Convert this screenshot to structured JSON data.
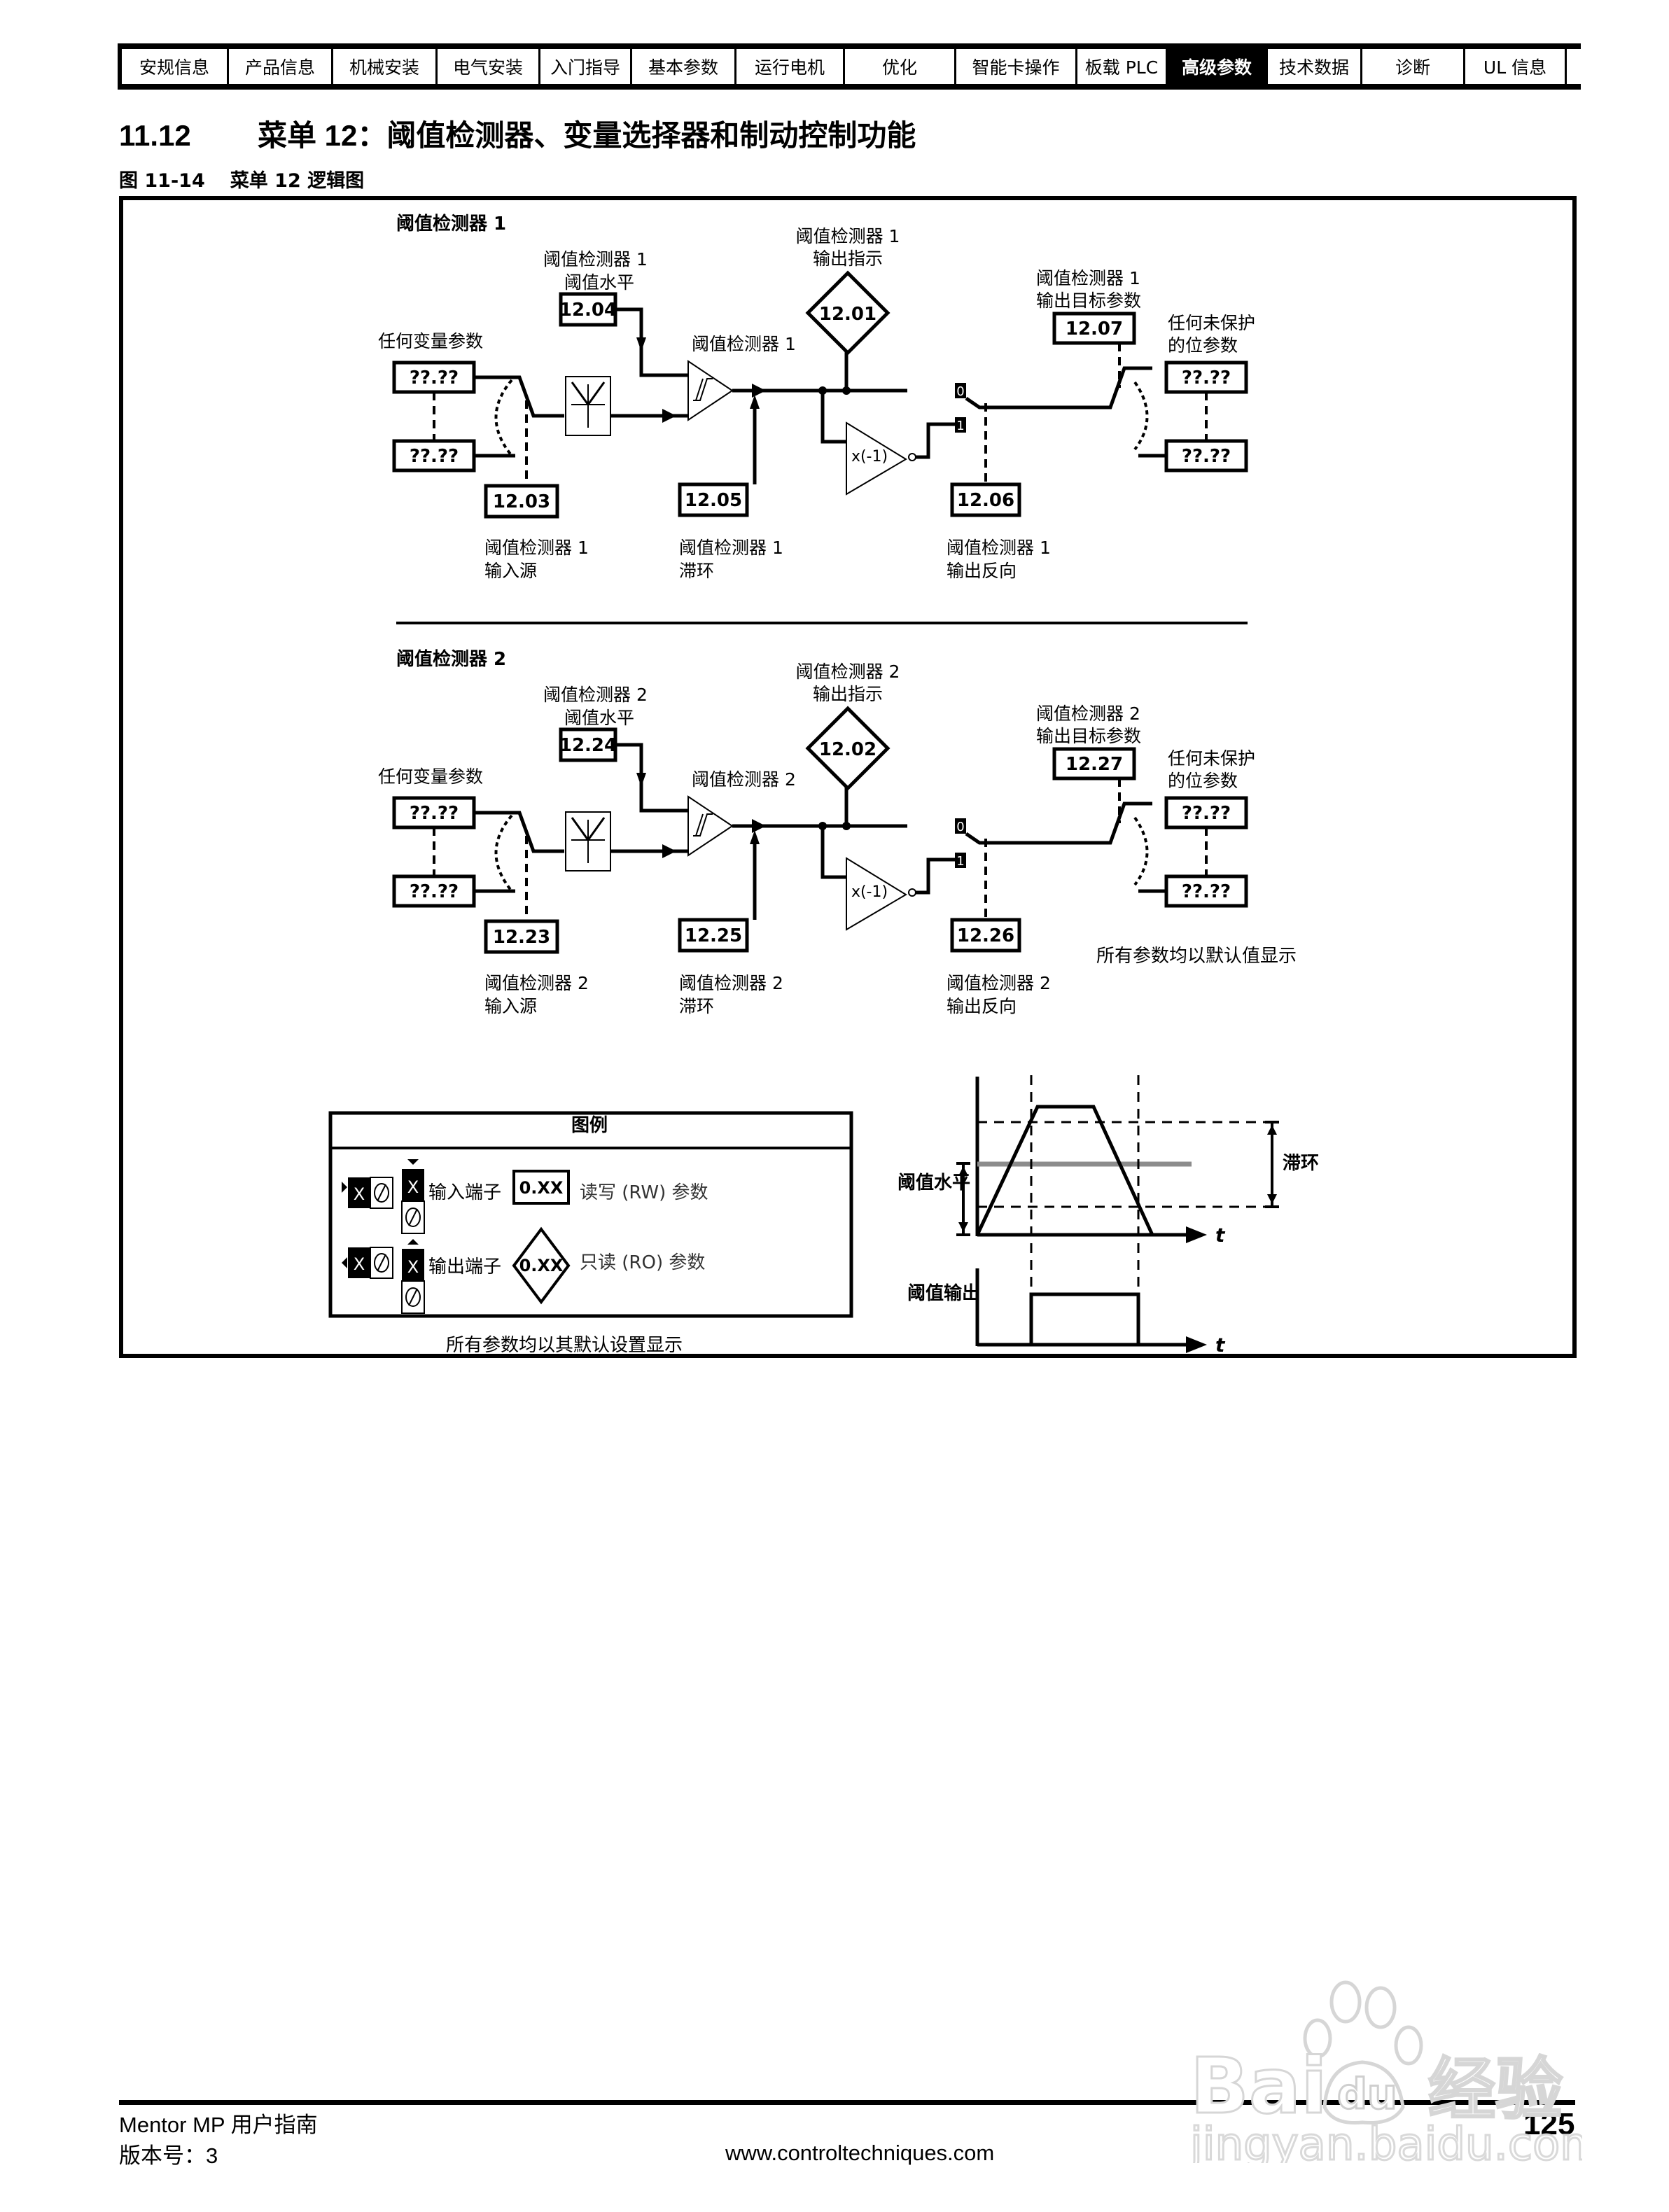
{
  "nav": {
    "tabs": [
      {
        "label": "安规信息",
        "active": false
      },
      {
        "label": "产品信息",
        "active": false
      },
      {
        "label": "机械安装",
        "active": false
      },
      {
        "label": "电气安装",
        "active": false
      },
      {
        "label": "入门指导",
        "active": false
      },
      {
        "label": "基本参数",
        "active": false
      },
      {
        "label": "运行电机",
        "active": false
      },
      {
        "label": "优化",
        "active": false
      },
      {
        "label": "智能卡操作",
        "active": false
      },
      {
        "label": "板载 PLC",
        "active": false
      },
      {
        "label": "高级参数",
        "active": true
      },
      {
        "label": "技术数据",
        "active": false
      },
      {
        "label": "诊断",
        "active": false
      },
      {
        "label": "UL 信息",
        "active": false
      }
    ]
  },
  "section": {
    "number": "11.12",
    "title": "菜单 12：阈值检测器、变量选择器和制动控制功能"
  },
  "figure": {
    "number": "图 11-14",
    "caption": "菜单 12 逻辑图"
  },
  "diagram": {
    "detectors": [
      {
        "heading": "阈值检测器 1",
        "input_group_label": "任何变量参数",
        "input_top": "??.??",
        "input_bottom": "??.??",
        "source_param": "12.03",
        "source_label_1": "阈值检测器 1",
        "source_label_2": "输入源",
        "level_label_1": "阈值检测器 1",
        "level_label_2": "阈值水平",
        "level_param": "12.04",
        "comparator_label": "阈值检测器 1",
        "hysteresis_param": "12.05",
        "hysteresis_label_1": "阈值检测器 1",
        "hysteresis_label_2": "滞环",
        "indicator_label_1": "阈值检测器 1",
        "indicator_label_2": "输出指示",
        "indicator_param": "12.01",
        "invert_block": "x(-1)",
        "switch_0": "0",
        "switch_1": "1",
        "invert_param": "12.06",
        "invert_label_1": "阈值检测器 1",
        "invert_label_2": "输出反向",
        "dest_label_1": "阈值检测器 1",
        "dest_label_2": "输出目标参数",
        "dest_param": "12.07",
        "output_group_label_1": "任何未保护",
        "output_group_label_2": "的位参数",
        "output_top": "??.??",
        "output_bottom": "??.??"
      },
      {
        "heading": "阈值检测器 2",
        "input_group_label": "任何变量参数",
        "input_top": "??.??",
        "input_bottom": "??.??",
        "source_param": "12.23",
        "source_label_1": "阈值检测器 2",
        "source_label_2": "输入源",
        "level_label_1": "阈值检测器 2",
        "level_label_2": "阈值水平",
        "level_param": "12.24",
        "comparator_label": "阈值检测器 2",
        "hysteresis_param": "12.25",
        "hysteresis_label_1": "阈值检测器 2",
        "hysteresis_label_2": "滞环",
        "indicator_label_1": "阈值检测器 2",
        "indicator_label_2": "输出指示",
        "indicator_param": "12.02",
        "invert_block": "x(-1)",
        "switch_0": "0",
        "switch_1": "1",
        "invert_param": "12.26",
        "invert_label_1": "阈值检测器 2",
        "invert_label_2": "输出反向",
        "dest_label_1": "阈值检测器 2",
        "dest_label_2": "输出目标参数",
        "dest_param": "12.27",
        "output_group_label_1": "任何未保护",
        "output_group_label_2": "的位参数",
        "output_top": "??.??",
        "output_bottom": "??.??"
      }
    ],
    "defaults_note": "所有参数均以默认值显示"
  },
  "legend": {
    "title": "图例",
    "terminal_symbol": "X",
    "input_terminal": "输入端子",
    "output_terminal": "输出端子",
    "rw_sample": "0.XX",
    "rw_label": "读写 (RW) 参数",
    "ro_sample": "0.XX",
    "ro_label": "只读 (RO) 参数",
    "note": "所有参数均以其默认设置显示"
  },
  "timing": {
    "threshold_level_label": "阈值水平",
    "hysteresis_label": "滞环",
    "output_label": "阈值输出",
    "time_axis_label": "t",
    "threshold_color": "#8c8c8c"
  },
  "footer": {
    "manual": "Mentor MP 用户指南",
    "version": "版本号：3",
    "url": "www.controltechniques.com",
    "page": "125"
  },
  "watermark": {
    "brand": "Baidu经验",
    "url": "jingyan.baidu.com"
  }
}
